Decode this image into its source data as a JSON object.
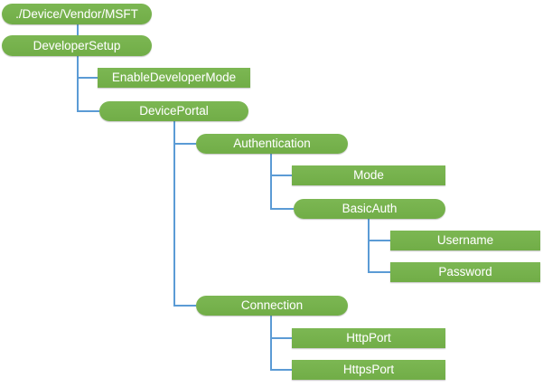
{
  "colors": {
    "node_green": "#71AD47",
    "node_green_light": "#7CB753",
    "connector_blue": "#5B9BD5",
    "node_text": "#FFFFFF",
    "canvas_bg": "#FFFFFF"
  },
  "diagram": {
    "type": "tree",
    "nodes": [
      {
        "label": "./Device/Vendor/MSFT",
        "shape": "rounded",
        "parent": null
      },
      {
        "label": "DeveloperSetup",
        "shape": "rounded",
        "parent": "./Device/Vendor/MSFT"
      },
      {
        "label": "EnableDeveloperMode",
        "shape": "rectangle",
        "parent": "DeveloperSetup"
      },
      {
        "label": "DevicePortal",
        "shape": "rounded",
        "parent": "DeveloperSetup"
      },
      {
        "label": "Authentication",
        "shape": "rounded",
        "parent": "DevicePortal"
      },
      {
        "label": "Mode",
        "shape": "rectangle",
        "parent": "Authentication"
      },
      {
        "label": "BasicAuth",
        "shape": "rounded",
        "parent": "Authentication"
      },
      {
        "label": "Username",
        "shape": "rectangle",
        "parent": "BasicAuth"
      },
      {
        "label": "Password",
        "shape": "rectangle",
        "parent": "BasicAuth"
      },
      {
        "label": "Connection",
        "shape": "rounded",
        "parent": "DevicePortal"
      },
      {
        "label": "HttpPort",
        "shape": "rectangle",
        "parent": "Connection"
      },
      {
        "label": "HttpsPort",
        "shape": "rectangle",
        "parent": "Connection"
      }
    ]
  }
}
